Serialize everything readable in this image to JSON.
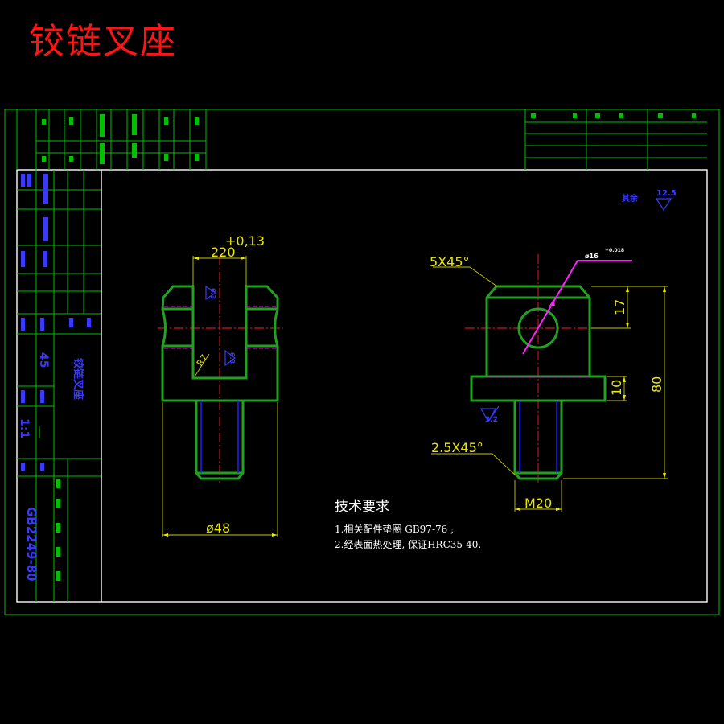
{
  "title": "铰链叉座",
  "tech_requirements": {
    "heading": "技术要求",
    "items": [
      "1.相关配件垫圈 GB97-76 ;",
      "2.经表面热处理, 保证HRC35-40."
    ]
  },
  "dimensions": {
    "width_220": "220",
    "tolerance": "+0,13",
    "dia_48": "ø48",
    "chamfer_5x45": "5X45°",
    "chamfer_25x45": "2.5X45°",
    "thread_m20": "M20",
    "height_17": "17",
    "height_10": "10",
    "height_80": "80",
    "radius_r7": "R7",
    "hole_dia": "ø16",
    "hole_tol": "+0.018"
  },
  "surface_roughness": {
    "r_6_3a": "6.3",
    "r_6_3b": "6.3",
    "r_3_2": "3.2",
    "general": "12.5",
    "general_label": "其余"
  },
  "title_block": {
    "material": "45",
    "scale": "1:1",
    "part_name": "铰链叉座",
    "standard_code": "GB2249-80"
  },
  "colors": {
    "title": "#ff1414",
    "frame": "#00c000",
    "border": "#ffffff",
    "part_outline": "#22a022",
    "centerline": "#ff2020",
    "hidden_line": "#ff00ff",
    "dimension": "#e8e800",
    "annotation": "#3a3aff"
  }
}
